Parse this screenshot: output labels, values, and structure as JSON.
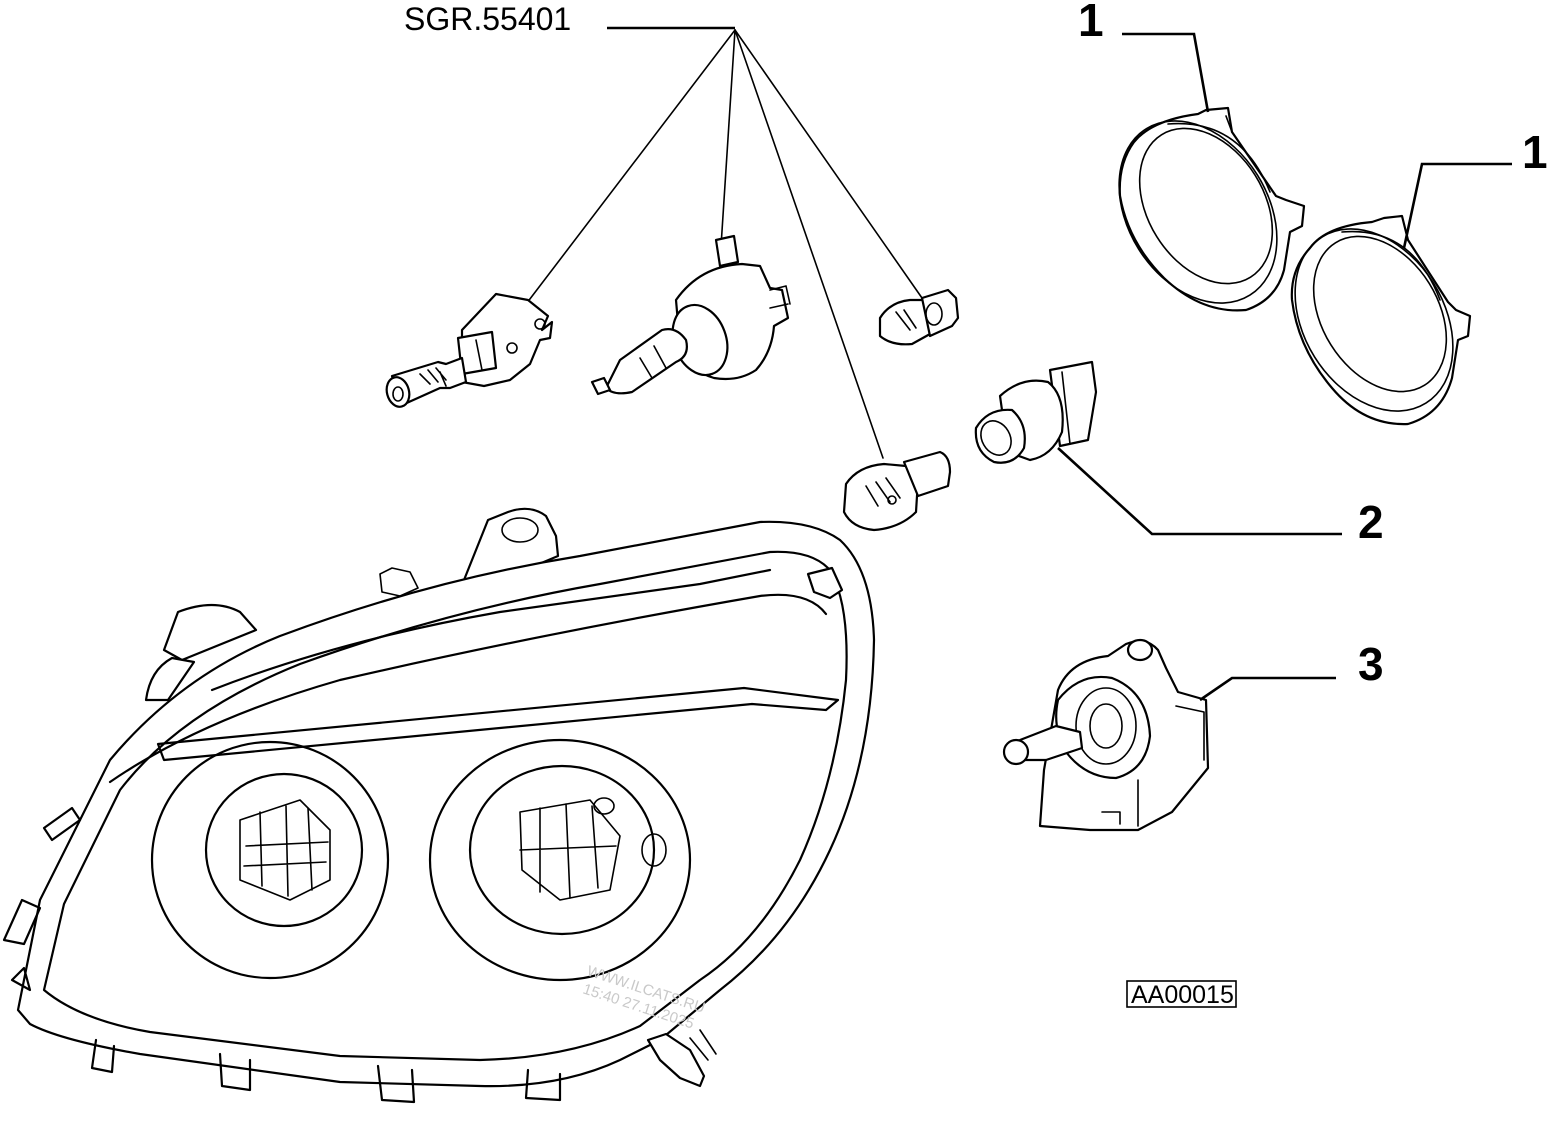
{
  "diagram": {
    "group_code": "SGR.55401",
    "callouts": [
      "1",
      "1",
      "2",
      "3"
    ],
    "reference_code": "AA00015",
    "watermark": {
      "line1": "WWW.ILCATS.RU",
      "line2": "15:40  27.11.2025"
    },
    "parts": [
      {
        "callout": "1",
        "icon": "headlamp-cover-cap-icon"
      },
      {
        "callout": "1",
        "icon": "headlamp-cover-cap-icon"
      },
      {
        "callout": "2",
        "icon": "bulb-socket-icon"
      },
      {
        "callout": "3",
        "icon": "leveling-motor-icon"
      },
      {
        "callout": "SGR.55401",
        "icon": "bulb-set-icon"
      }
    ]
  }
}
